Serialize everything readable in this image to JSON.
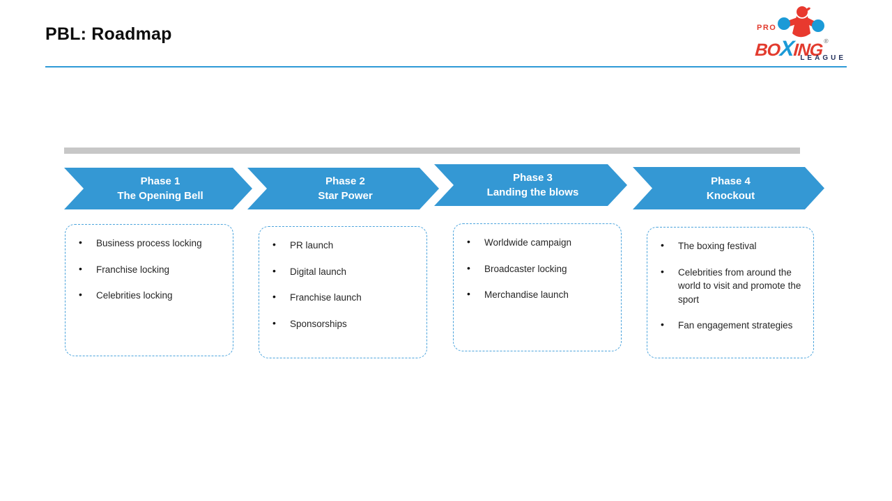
{
  "slide": {
    "title": "PBL: Roadmap"
  },
  "logo": {
    "pro": "PRO",
    "boxing_bo": "BO",
    "boxing_x": "X",
    "boxing_ing": "ING",
    "registered": "®",
    "league": "LEAGUE"
  },
  "colors": {
    "accent_line": "#2E9AD6",
    "arrow_blue": "#3498D4",
    "timeline_gray": "#C7C7C7",
    "box_border_blue": "#4AA3DC",
    "logo_red": "#E23B2E",
    "logo_blue": "#1B9AD7",
    "logo_navy": "#23305B"
  },
  "phases": [
    {
      "title_line1": "Phase 1",
      "title_line2": "The Opening Bell",
      "items": [
        "Business process locking",
        "Franchise locking",
        "Celebrities locking"
      ]
    },
    {
      "title_line1": "Phase 2",
      "title_line2": "Star Power",
      "items": [
        "PR launch",
        "Digital launch",
        "Franchise launch",
        "Sponsorships"
      ]
    },
    {
      "title_line1": "Phase 3",
      "title_line2": "Landing the blows",
      "items": [
        "Worldwide campaign",
        "Broadcaster locking",
        "Merchandise launch"
      ]
    },
    {
      "title_line1": "Phase 4",
      "title_line2": "Knockout",
      "items": [
        "The boxing festival",
        "Celebrities from around the world to visit and promote the sport",
        "Fan engagement strategies"
      ]
    }
  ]
}
